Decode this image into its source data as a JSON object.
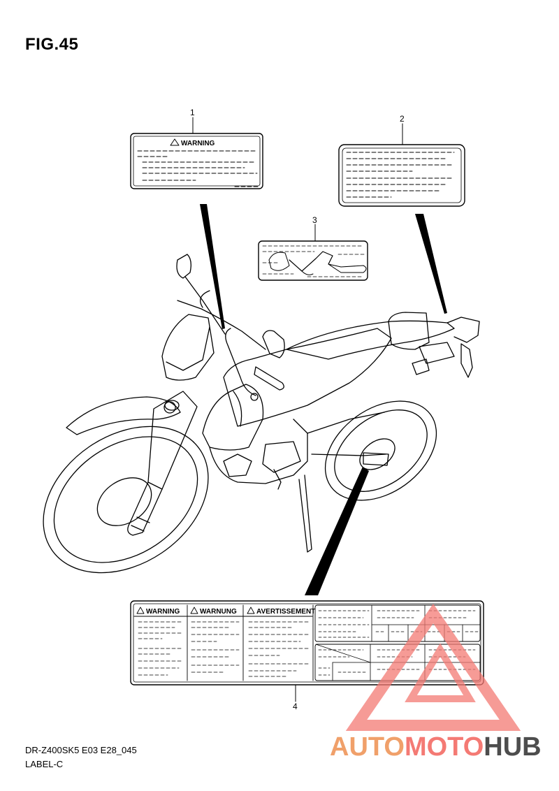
{
  "figure": {
    "title": "FIG.45"
  },
  "callouts": {
    "c1": "1",
    "c2": "2",
    "c3": "3",
    "c4": "4"
  },
  "labels": {
    "label1_warning": "WARNING",
    "label4_warning": "WARNING",
    "label4_warnung": "WARNUNG",
    "label4_avertissement": "AVERTISSEMENT"
  },
  "footer": {
    "model_code": "DR-Z400SK5 E03 E28_045",
    "section": "LABEL-C"
  },
  "watermark": {
    "part1": "AUTO",
    "part2": "MOTO",
    "part3": "HUB",
    "colors": {
      "auto": "#f0a06a",
      "moto": "#f47a74",
      "hub": "#4d4d4d",
      "triangle": "#f47a74"
    }
  }
}
